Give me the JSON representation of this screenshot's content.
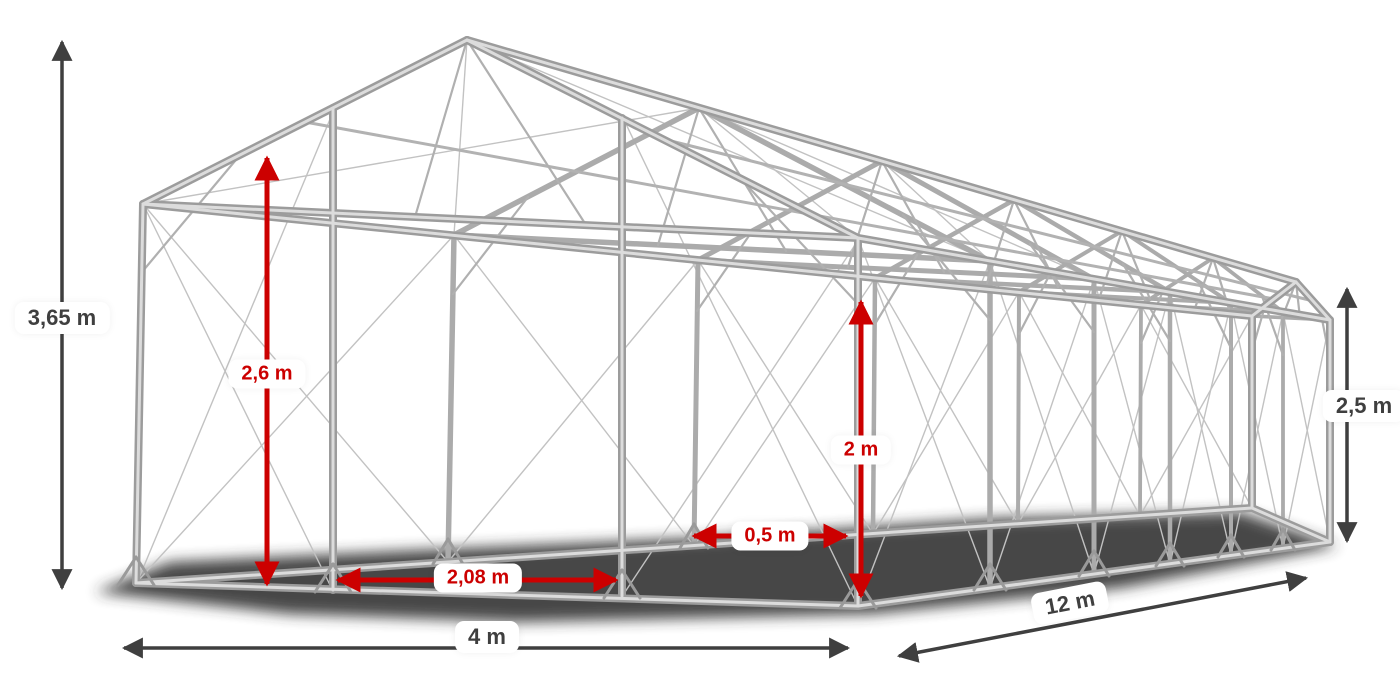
{
  "diagram": {
    "subject": "tent-frame-construction",
    "colors": {
      "dimension_red": "#cc0000",
      "dimension_dark": "#3f3f3f",
      "frame_light": "#dcdcdc",
      "frame_mid": "#9c9c9c",
      "shadow": "#2e2e2e",
      "background": "#ffffff"
    },
    "dimensions": {
      "total_height": "3,65 m",
      "door_height": "2,6 m",
      "side_height": "2,5 m",
      "side_opening_height": "2 m",
      "side_opening_offset": "0,5 m",
      "door_width": "2,08 m",
      "width": "4 m",
      "length": "12 m"
    }
  }
}
